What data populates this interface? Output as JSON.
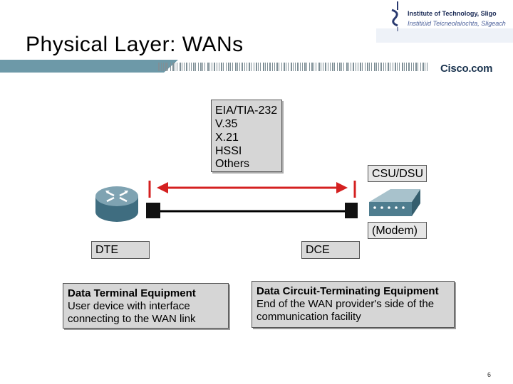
{
  "slide": {
    "title": "Physical Layer: WANs",
    "page_number": "6"
  },
  "branding": {
    "institute_line1": "Institute of Technology, Sligo",
    "institute_line2": "Institiúid Teicneolaíochta, Sligeach",
    "cisco": "Cisco.com"
  },
  "standards": {
    "items": [
      "EIA/TIA-232",
      "V.35",
      "X.21",
      "HSSI",
      "Others"
    ]
  },
  "devices": {
    "csu_label": "CSU/DSU",
    "modem_label": "(Modem)",
    "dte_label": "DTE",
    "dce_label": "DCE",
    "router_icon": "router-icon",
    "csu_icon": "csu-dsu-icon"
  },
  "descriptions": {
    "dte": {
      "title": "Data Terminal Equipment",
      "line1": "User device with interface",
      "line2": "connecting to the WAN link"
    },
    "dce": {
      "title": "Data Circuit-Terminating Equipment",
      "line1": "End of the WAN provider's side of the",
      "line2": "communication facility"
    }
  },
  "colors": {
    "banner": "#6d99a8",
    "arrow": "#d42020",
    "box_fill": "#d6d6d6"
  }
}
